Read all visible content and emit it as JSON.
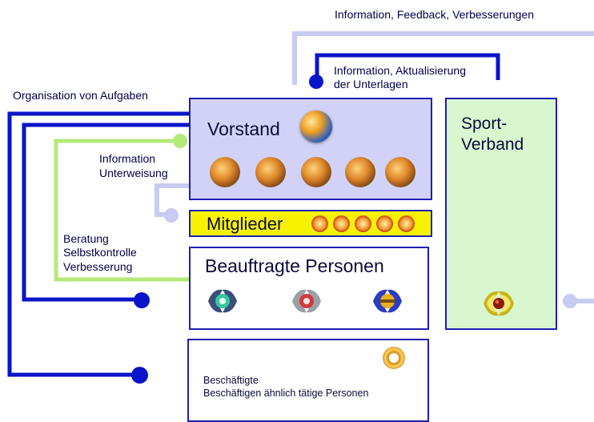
{
  "labels": {
    "top_feedback": "Information, Feedback, Verbesserungen",
    "top_info_line1": "Information, Aktualisierung",
    "top_info_line2": "der Unterlagen",
    "org": "Organisation von Aufgaben",
    "info_line1": "Information",
    "info_line2": "Unterweisung",
    "beratung_line1": "Beratung",
    "beratung_line2": "Selbstkontrolle",
    "beratung_line3": "Verbesserung"
  },
  "boxes": {
    "vorstand_title": "Vorstand",
    "mitglieder_title": "Mitglieder",
    "beauftragte_title": "Beauftragte Personen",
    "beschaeftigte_line1": "Beschäftigte",
    "beschaeftigte_line2": "Beschäftigen ähnlich tätige Personen",
    "sport_line1": "Sport-",
    "sport_line2": "Verband"
  },
  "colors": {
    "dark_blue": "#0a14c8",
    "light_lavender": "#c8cbf2",
    "light_green": "#b4ea78",
    "vorstand_fill": "#d2d2f8",
    "mitglieder_fill": "#f8f200",
    "sport_fill": "#d9f7cf",
    "box_border": "#1e1eb4"
  },
  "icons": {
    "vorstand_icon": "globe-icon",
    "vorstand_members": "orange-orb-icon",
    "mitglieder_members": "small-orange-orb-icon",
    "beauftragte": [
      "green-emblem-icon",
      "red-emblem-icon",
      "gold-blue-emblem-icon"
    ],
    "beschaeftigte": "gold-ring-icon",
    "sport": "gold-emblem-icon"
  }
}
